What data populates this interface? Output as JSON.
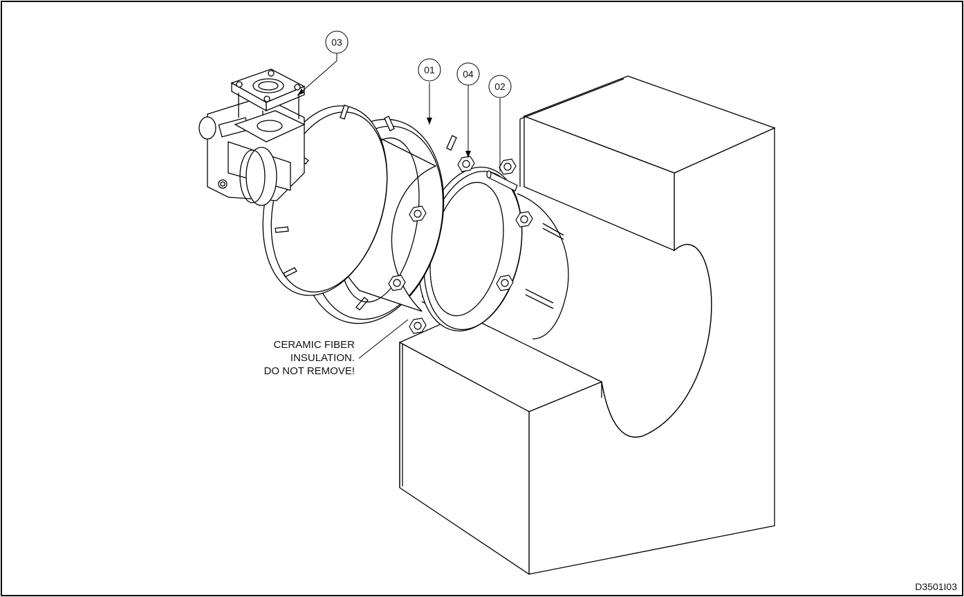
{
  "callouts": [
    {
      "id": "callout-03",
      "label": "03"
    },
    {
      "id": "callout-01",
      "label": "01"
    },
    {
      "id": "callout-04",
      "label": "04"
    },
    {
      "id": "callout-02",
      "label": "02"
    }
  ],
  "note": {
    "line1": "CERAMIC FIBER",
    "line2": "INSULATION.",
    "line3": "DO NOT REMOVE!"
  },
  "drawing_number": "D3501I03"
}
